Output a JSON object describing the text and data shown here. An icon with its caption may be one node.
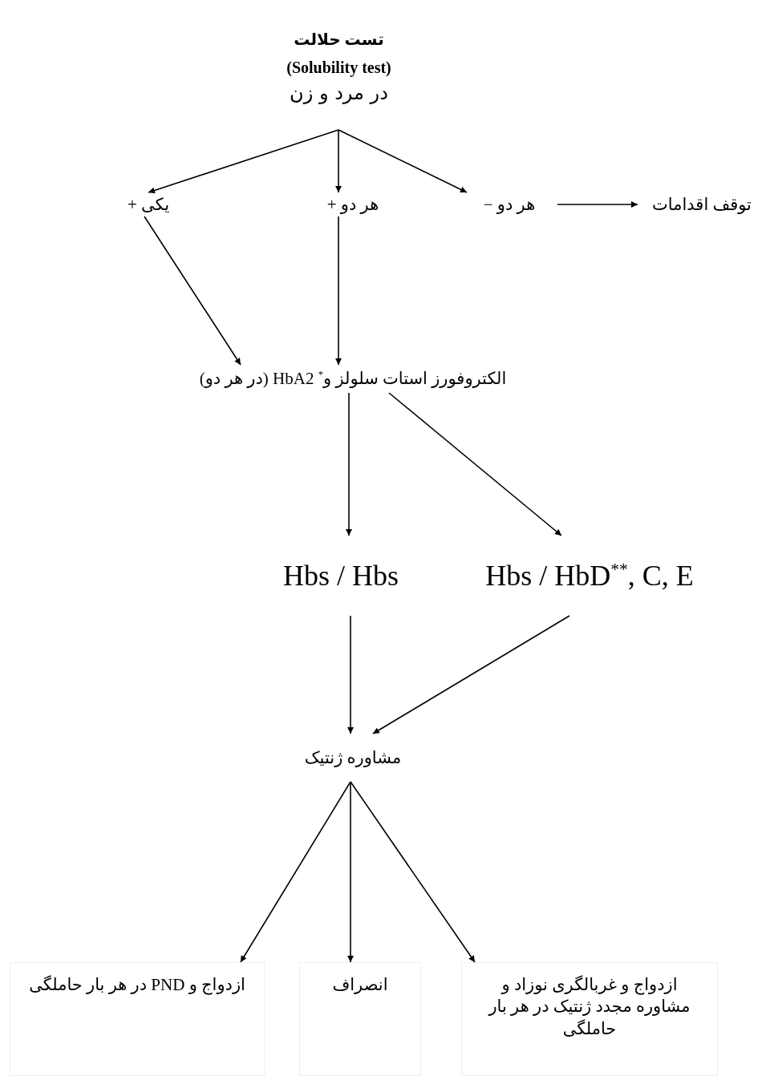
{
  "diagram": {
    "nodes": [
      {
        "text": [
          "تست حلالت",
          "(Solubility test)",
          "در مرد و زن"
        ]
      },
      {
        "text": [
          "یکی +"
        ]
      },
      {
        "text": [
          "هر دو +"
        ]
      },
      {
        "text": [
          "هر دو −"
        ]
      },
      {
        "text": [
          "توقف اقدامات"
        ]
      },
      {
        "text": [
          "الکتروفورز استات سلولز و$^{*}$ HbA2 (در هر دو)"
        ]
      },
      {
        "text": [
          "Hbs / Hbs"
        ]
      },
      {
        "text": [
          "Hbs / HbD$^{**}$, C, E"
        ]
      },
      {
        "text": [
          "مشاوره ژنتیک"
        ]
      },
      {
        "text": [
          "ازدواج و PND در هر بار حاملگی"
        ]
      },
      {
        "text": [
          "انصراف"
        ]
      },
      {
        "text": [
          "ازدواج و غربالگری نوزاد و مشاوره مجدد ژنتیک در هر بار حاملگی"
        ]
      }
    ],
    "edges": [
      {
        "from": 0,
        "to": 1,
        "arrow": "to"
      },
      {
        "from": 0,
        "to": 2,
        "arrow": "to"
      },
      {
        "from": 0,
        "to": 3,
        "arrow": "to"
      },
      {
        "from": 3,
        "to": 4,
        "arrow": "to"
      },
      {
        "from": 1,
        "to": 5,
        "arrow": "to"
      },
      {
        "from": 2,
        "to": 5,
        "arrow": "to"
      },
      {
        "from": 5,
        "to": 6,
        "arrow": "to"
      },
      {
        "from": 5,
        "to": 7,
        "arrow": "to"
      },
      {
        "from": 6,
        "to": 8,
        "arrow": "to"
      },
      {
        "from": 7,
        "to": 8,
        "arrow": "to"
      },
      {
        "from": 8,
        "to": 9,
        "arrow": "to"
      },
      {
        "from": 8,
        "to": 10,
        "arrow": "to"
      },
      {
        "from": 8,
        "to": 11,
        "arrow": "to"
      }
    ]
  }
}
